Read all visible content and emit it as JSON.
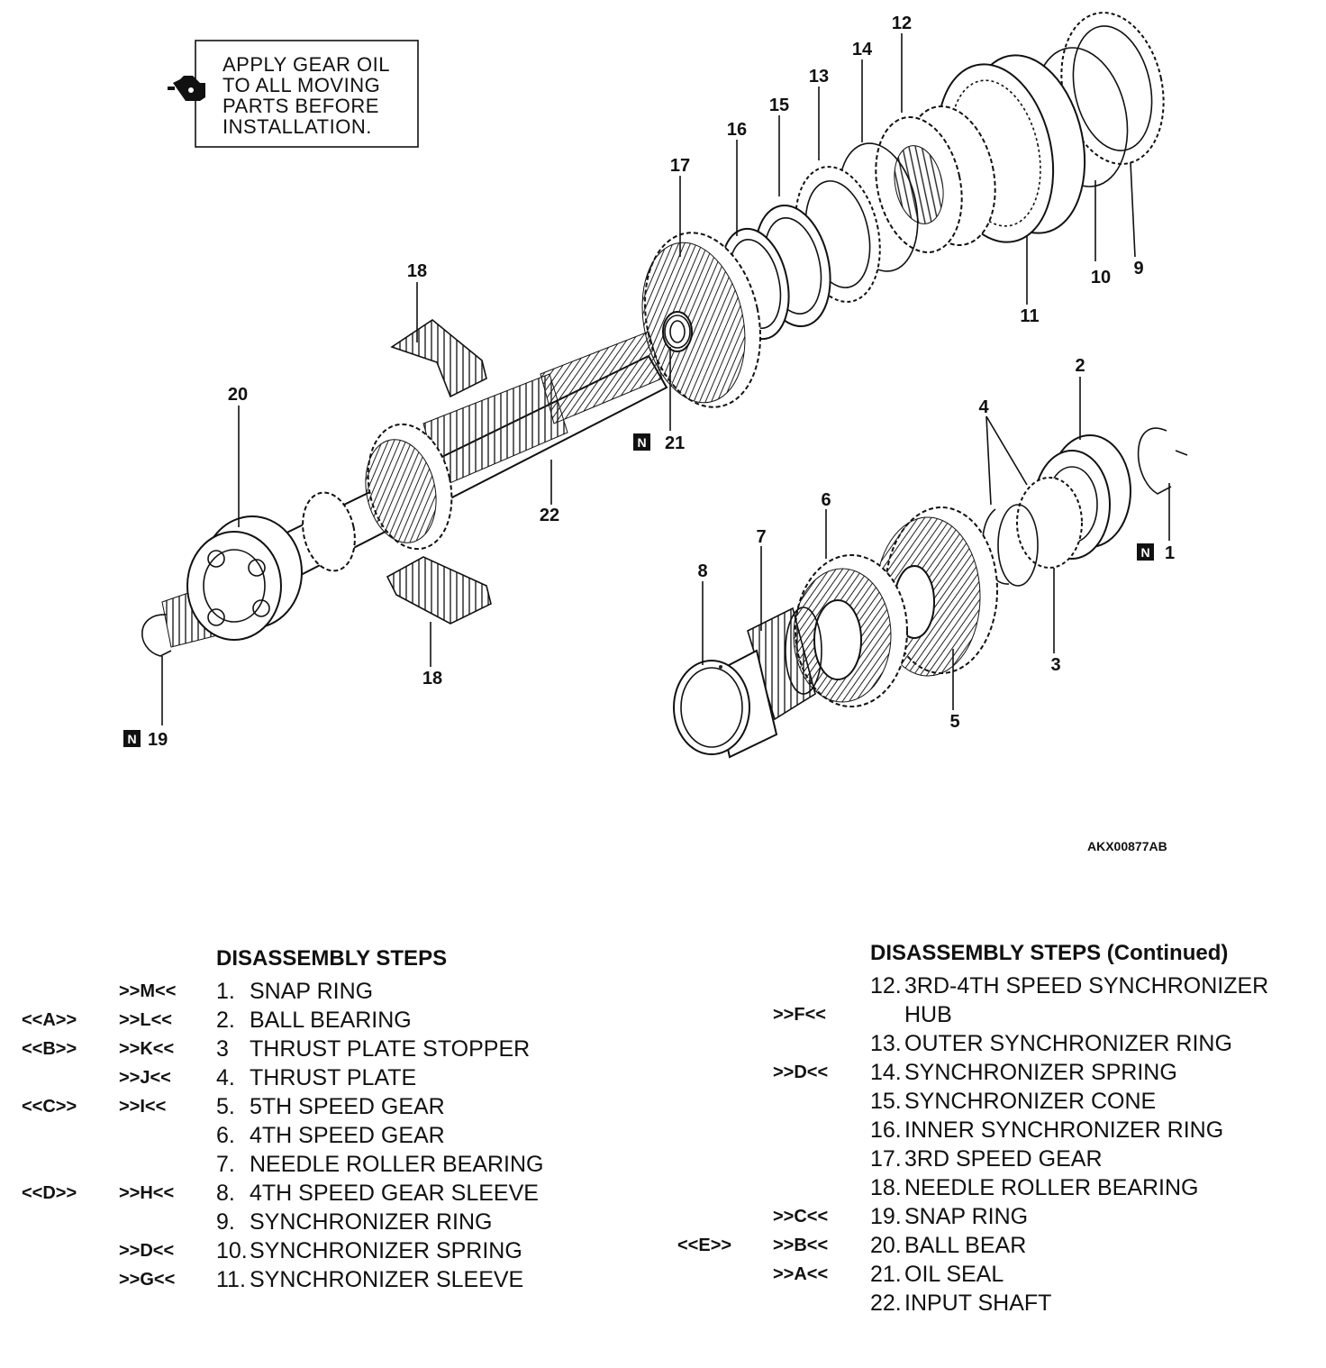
{
  "note": {
    "lines": [
      "APPLY GEAR OIL",
      "TO ALL MOVING",
      "PARTS BEFORE",
      "INSTALLATION."
    ]
  },
  "figure_id": "AKX00877AB",
  "new_part_marker": "N",
  "callouts": {
    "c1": "1",
    "c2": "2",
    "c3": "3",
    "c4": "4",
    "c5": "5",
    "c6": "6",
    "c7": "7",
    "c8": "8",
    "c9": "9",
    "c10": "10",
    "c11": "11",
    "c12": "12",
    "c13": "13",
    "c14": "14",
    "c15": "15",
    "c16": "16",
    "c17": "17",
    "c18a": "18",
    "c18b": "18",
    "c19": "19",
    "c20": "20",
    "c21": "21",
    "c22": "22"
  },
  "steps_left": {
    "title": "DISASSEMBLY STEPS",
    "rows": [
      {
        "remove": "",
        "install": ">>M<<",
        "num": "1.",
        "text": "SNAP RING"
      },
      {
        "remove": "<<A>>",
        "install": ">>L<<",
        "num": "2.",
        "text": "BALL BEARING"
      },
      {
        "remove": "<<B>>",
        "install": ">>K<<",
        "num": "3",
        "text": "THRUST PLATE STOPPER"
      },
      {
        "remove": "",
        "install": ">>J<<",
        "num": "4.",
        "text": "THRUST PLATE"
      },
      {
        "remove": "<<C>>",
        "install": ">>I<<",
        "num": "5.",
        "text": "5TH SPEED GEAR"
      },
      {
        "remove": "",
        "install": "",
        "num": "6.",
        "text": "4TH SPEED GEAR"
      },
      {
        "remove": "",
        "install": "",
        "num": "7.",
        "text": "NEEDLE ROLLER BEARING"
      },
      {
        "remove": "<<D>>",
        "install": ">>H<<",
        "num": "8.",
        "text": "4TH SPEED GEAR SLEEVE"
      },
      {
        "remove": "",
        "install": "",
        "num": "9.",
        "text": "SYNCHRONIZER RING"
      },
      {
        "remove": "",
        "install": ">>D<<",
        "num": "10.",
        "text": "SYNCHRONIZER SPRING"
      },
      {
        "remove": "",
        "install": ">>G<<",
        "num": "11.",
        "text": "SYNCHRONIZER SLEEVE"
      }
    ]
  },
  "steps_right": {
    "title": "DISASSEMBLY STEPS (Continued)",
    "rows": [
      {
        "remove": "",
        "install": "",
        "num": "12.",
        "text": "3RD-4TH SPEED SYNCHRONIZER"
      },
      {
        "remove": "",
        "install": ">>F<<",
        "num": "",
        "text": "HUB"
      },
      {
        "remove": "",
        "install": "",
        "num": "13.",
        "text": "OUTER SYNCHRONIZER RING"
      },
      {
        "remove": "",
        "install": ">>D<<",
        "num": "14.",
        "text": "SYNCHRONIZER SPRING"
      },
      {
        "remove": "",
        "install": "",
        "num": "15.",
        "text": "SYNCHRONIZER CONE"
      },
      {
        "remove": "",
        "install": "",
        "num": "16.",
        "text": "INNER SYNCHRONIZER RING"
      },
      {
        "remove": "",
        "install": "",
        "num": "17.",
        "text": "3RD SPEED GEAR"
      },
      {
        "remove": "",
        "install": "",
        "num": "18.",
        "text": "NEEDLE ROLLER BEARING"
      },
      {
        "remove": "",
        "install": ">>C<<",
        "num": "19.",
        "text": "SNAP RING"
      },
      {
        "remove": "<<E>>",
        "install": ">>B<<",
        "num": "20.",
        "text": "BALL BEAR"
      },
      {
        "remove": "",
        "install": ">>A<<",
        "num": "21.",
        "text": "OIL SEAL"
      },
      {
        "remove": "",
        "install": "",
        "num": "22.",
        "text": "INPUT SHAFT"
      }
    ]
  }
}
